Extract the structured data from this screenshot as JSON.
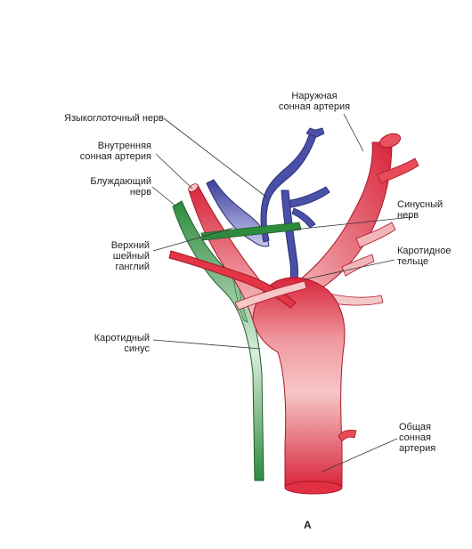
{
  "labels": {
    "glossopharyngeal": "Языкоглоточный нерв",
    "external_carotid_1": "Наружная",
    "external_carotid_2": "сонная артерия",
    "internal_carotid_1": "Внутренняя",
    "internal_carotid_2": "сонная артерия",
    "vagus_1": "Блуждающий",
    "vagus_2": "нерв",
    "sinus_nerve_1": "Синусный",
    "sinus_nerve_2": "нерв",
    "superior_ganglion_1": "Верхний",
    "superior_ganglion_2": "шейный",
    "superior_ganglion_3": "ганглий",
    "carotid_body_1": "Каротидное",
    "carotid_body_2": "тельце",
    "carotid_sinus_1": "Каротидный",
    "carotid_sinus_2": "синус",
    "common_carotid_1": "Общая",
    "common_carotid_2": "сонная",
    "common_carotid_3": "артерия"
  },
  "panel_letter": "A",
  "colors": {
    "artery_dark": "#d8243a",
    "artery_light": "#f6c8c8",
    "nerve_blue": "#3b3f9a",
    "nerve_green": "#2e8b3e",
    "leader_line": "#333333"
  }
}
